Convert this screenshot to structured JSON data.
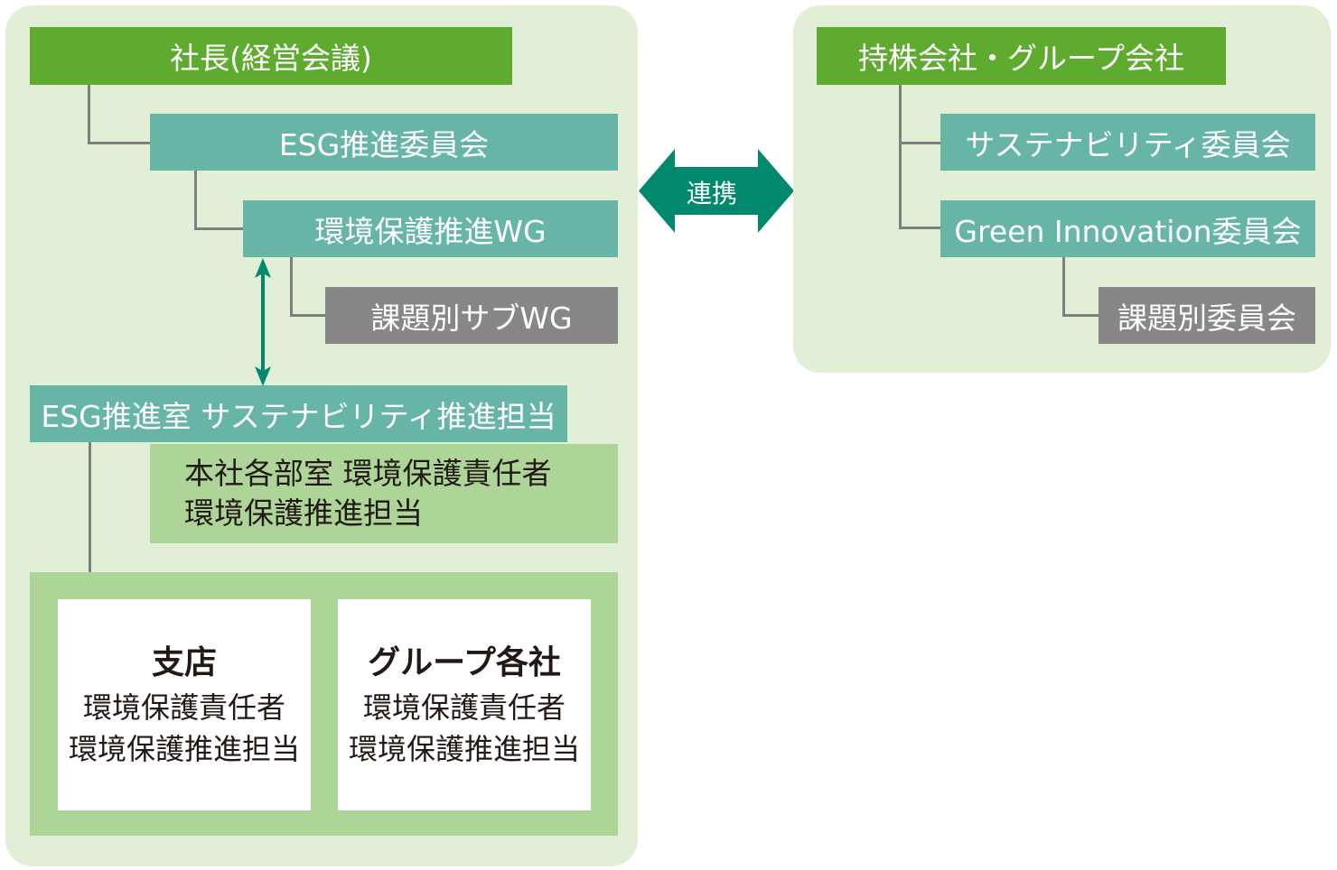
{
  "left_group": {
    "president": "社長(経営会議)",
    "esg_committee": "ESG推進委員会",
    "env_wg": "環境保護推進WG",
    "sub_wg": "課題別サブWG",
    "esg_office": "ESG推進室 サステナビリティ推進担当",
    "hq_departments": {
      "line1": "本社各部室 環境保護責任者",
      "line2": "環境保護推進担当"
    },
    "units": [
      {
        "title": "支店",
        "line1": "環境保護責任者",
        "line2": "環境保護推進担当"
      },
      {
        "title": "グループ各社",
        "line1": "環境保護責任者",
        "line2": "環境保護推進担当"
      }
    ]
  },
  "link": {
    "label": "連携",
    "color": "#00896c"
  },
  "right_group": {
    "holding": "持株会社・グループ会社",
    "sustainability_committee": "サステナビリティ委員会",
    "green_innovation": "Green Innovation委員会",
    "topic_committee": "課題別委員会"
  },
  "colors": {
    "panel_bg": "#e0efd6",
    "top_green": "#5fab2f",
    "teal": "#66b5a7",
    "gray": "#888787",
    "light_green": "#aed598"
  }
}
